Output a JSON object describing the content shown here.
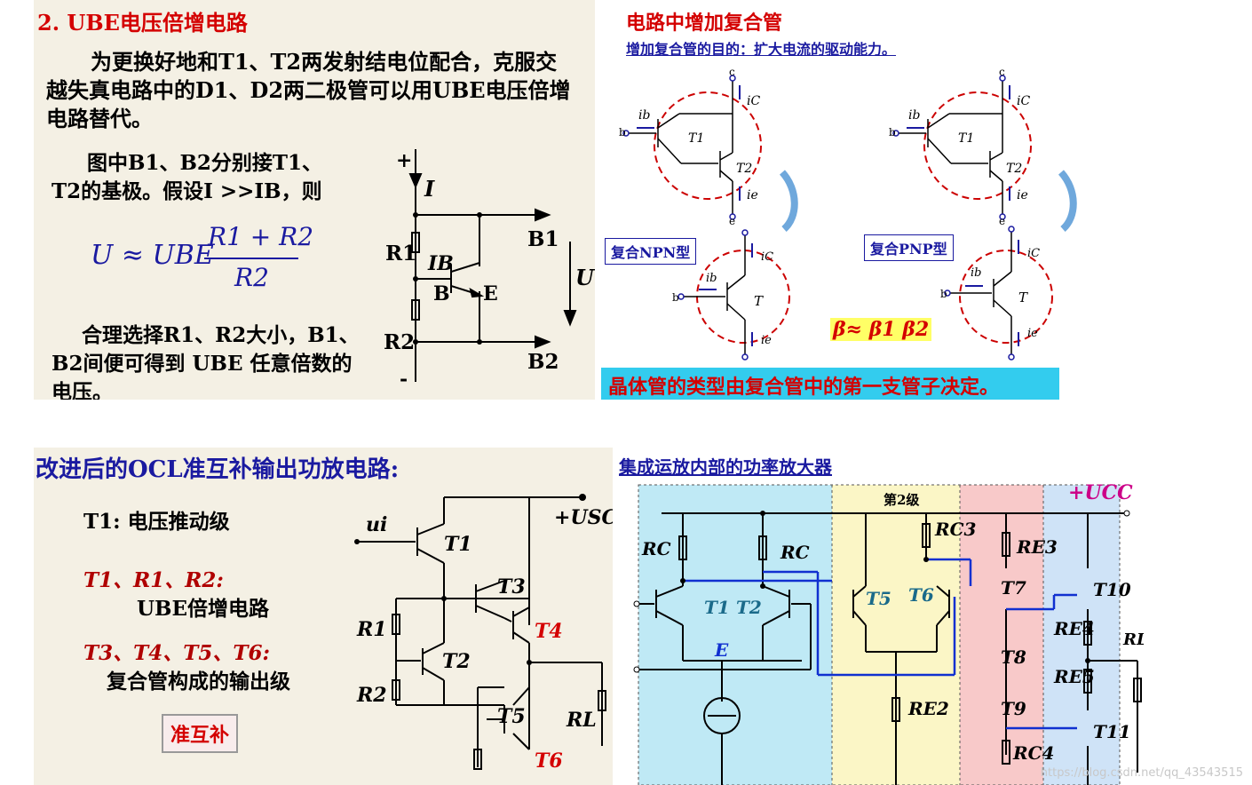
{
  "panel1": {
    "title": "2. UBE电压倍增电路",
    "para1": [
      "为更换好地和T1、T2两发射结电位配合，克服交",
      "越失真电路中的D1、D2两二极管可以用UBE电压倍增",
      "电路替代。"
    ],
    "para2": [
      "图中B1、B2分别接T1、",
      "T2的基极。假设I >>IB，则"
    ],
    "formula_left": "U ≈ UBE",
    "formula_num": "R1 + R2",
    "formula_den": "R2",
    "para3": [
      "合理选择R1、R2大小，B1、",
      "B2间便可得到 UBE 任意倍数的",
      "电压。"
    ],
    "circuit": {
      "plus": "+",
      "minus": "-",
      "I": "I",
      "R1": "R1",
      "R2": "R2",
      "IB": "IB",
      "B": "B",
      "E": "E",
      "B1": "B1",
      "B2": "B2",
      "U": "U"
    }
  },
  "panel2": {
    "title": "电路中增加复合管",
    "subtitle": "增加复合管的目的：扩大电流的驱动能力。",
    "npn_label": "复合NPN型",
    "pnp_label": "复合PNP型",
    "beta": "β≈ β1 β2",
    "bottom": "晶体管的类型由复合管中的第一支管子决定。",
    "labels": {
      "c": "c",
      "b": "b",
      "e": "e",
      "ib": "ib",
      "ic": "iC",
      "ie": "ie",
      "T1": "T1",
      "T2": "T2",
      "T": "T"
    }
  },
  "panel3": {
    "title": "改进后的OCL准互补输出功放电路:",
    "l1": "T1: 电压推动级",
    "l2a": "T1、R1、R2:",
    "l2b": "UBE倍增电路",
    "l3a": "T3、T4、T5、T6:",
    "l3b": "复合管构成的输出级",
    "box": "准互补",
    "circuit": {
      "ui": "ui",
      "usc": "+USC",
      "T1": "T1",
      "T2": "T2",
      "T3": "T3",
      "T4": "T4",
      "T5": "T5",
      "T6": "T6",
      "R1": "R1",
      "R2": "R2",
      "RL": "RL"
    }
  },
  "panel4": {
    "title": "集成运放内部的功率放大器",
    "stage2": "第2级",
    "ucc": "+UCC",
    "labels": {
      "RC1": "RC",
      "RC2": "RC",
      "RC3": "RC3",
      "RE3": "RE3",
      "RE4": "RE4",
      "RE5": "RE5",
      "RE2": "RE2",
      "RC4": "RC4",
      "RL": "RL",
      "T1": "T1",
      "T2": "T2",
      "T5": "T5",
      "T6": "T6",
      "T7": "T7",
      "T8": "T8",
      "T9": "T9",
      "T10": "T10",
      "T11": "T11",
      "E": "E"
    }
  },
  "watermark": "https://blog.csdn.net/qq_43543515",
  "colors": {
    "red": "#d40000",
    "blue": "#1a1aa0",
    "cyan_bg": "#bfe9f5",
    "yellow_bg": "#fbf6c6",
    "pink_bg": "#f8c9c9",
    "lightblue_bg": "#cfe3f7",
    "bottom_bar": "#33ccee"
  }
}
